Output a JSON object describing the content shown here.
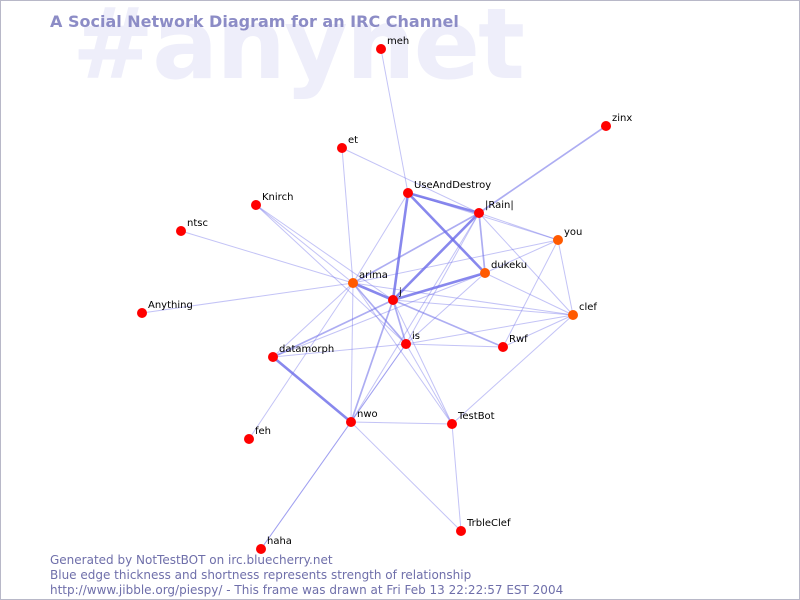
{
  "watermark": "#anynet",
  "title": "A Social Network Diagram for an IRC Channel",
  "footer": {
    "line1": "Generated by NotTestBOT on irc.bluecherry.net",
    "line2": "Blue edge thickness and shortness represents strength of relationship",
    "line3": "http://www.jibble.org/piespy/ - This frame was drawn at Fri Feb 13 22:22:57 EST 2004"
  },
  "colors": {
    "background": "#ffffff",
    "edge": "#6a6ae8",
    "node": "#ff0000",
    "node_highlight": "#ff5a00",
    "title": "#8c8cc6",
    "watermark": "#eeeefa",
    "footer": "#6f6faa"
  },
  "nodes": [
    {
      "id": "meh",
      "label": "meh"
    },
    {
      "id": "zinx",
      "label": "zinx"
    },
    {
      "id": "et",
      "label": "et"
    },
    {
      "id": "UseAndDestroy",
      "label": "UseAndDestroy"
    },
    {
      "id": "Knirch",
      "label": "Knirch"
    },
    {
      "id": "Rain",
      "label": "|Rain|"
    },
    {
      "id": "ntsc",
      "label": "ntsc"
    },
    {
      "id": "you",
      "label": "you",
      "highlight": true
    },
    {
      "id": "dukeku",
      "label": "dukeku",
      "highlight": true
    },
    {
      "id": "arima",
      "label": "arima",
      "highlight": true
    },
    {
      "id": "j",
      "label": "j"
    },
    {
      "id": "Anything",
      "label": "Anything"
    },
    {
      "id": "clef",
      "label": "clef",
      "highlight": true
    },
    {
      "id": "is",
      "label": "is"
    },
    {
      "id": "Rwf",
      "label": "Rwf"
    },
    {
      "id": "datamorph",
      "label": "datamorph"
    },
    {
      "id": "nwo",
      "label": "nwo"
    },
    {
      "id": "TestBot",
      "label": "TestBot"
    },
    {
      "id": "feh",
      "label": "feh"
    },
    {
      "id": "TrbleClef",
      "label": "TrbleClef"
    },
    {
      "id": "haha",
      "label": "haha"
    }
  ],
  "edges": [
    {
      "source": "meh",
      "target": "UseAndDestroy",
      "weight": 1
    },
    {
      "source": "zinx",
      "target": "Rain",
      "weight": 2
    },
    {
      "source": "et",
      "target": "arima",
      "weight": 1
    },
    {
      "source": "et",
      "target": "Rain",
      "weight": 1
    },
    {
      "source": "Knirch",
      "target": "arima",
      "weight": 1
    },
    {
      "source": "Knirch",
      "target": "j",
      "weight": 1
    },
    {
      "source": "Knirch",
      "target": "is",
      "weight": 1
    },
    {
      "source": "ntsc",
      "target": "arima",
      "weight": 1
    },
    {
      "source": "Anything",
      "target": "arima",
      "weight": 1
    },
    {
      "source": "UseAndDestroy",
      "target": "Rain",
      "weight": 3
    },
    {
      "source": "UseAndDestroy",
      "target": "j",
      "weight": 3
    },
    {
      "source": "UseAndDestroy",
      "target": "dukeku",
      "weight": 3
    },
    {
      "source": "UseAndDestroy",
      "target": "arima",
      "weight": 1
    },
    {
      "source": "UseAndDestroy",
      "target": "you",
      "weight": 1
    },
    {
      "source": "Rain",
      "target": "j",
      "weight": 3
    },
    {
      "source": "Rain",
      "target": "arima",
      "weight": 2
    },
    {
      "source": "Rain",
      "target": "dukeku",
      "weight": 2
    },
    {
      "source": "Rain",
      "target": "you",
      "weight": 1
    },
    {
      "source": "Rain",
      "target": "clef",
      "weight": 1
    },
    {
      "source": "Rain",
      "target": "is",
      "weight": 1
    },
    {
      "source": "Rain",
      "target": "nwo",
      "weight": 1
    },
    {
      "source": "you",
      "target": "dukeku",
      "weight": 1
    },
    {
      "source": "you",
      "target": "clef",
      "weight": 1
    },
    {
      "source": "you",
      "target": "Rwf",
      "weight": 1
    },
    {
      "source": "you",
      "target": "arima",
      "weight": 1
    },
    {
      "source": "dukeku",
      "target": "j",
      "weight": 3
    },
    {
      "source": "dukeku",
      "target": "clef",
      "weight": 1
    },
    {
      "source": "dukeku",
      "target": "is",
      "weight": 1
    },
    {
      "source": "dukeku",
      "target": "datamorph",
      "weight": 1
    },
    {
      "source": "arima",
      "target": "j",
      "weight": 3
    },
    {
      "source": "arima",
      "target": "is",
      "weight": 2
    },
    {
      "source": "arima",
      "target": "nwo",
      "weight": 1
    },
    {
      "source": "arima",
      "target": "clef",
      "weight": 1
    },
    {
      "source": "arima",
      "target": "datamorph",
      "weight": 1
    },
    {
      "source": "arima",
      "target": "TestBot",
      "weight": 1
    },
    {
      "source": "arima",
      "target": "feh",
      "weight": 1
    },
    {
      "source": "j",
      "target": "clef",
      "weight": 1
    },
    {
      "source": "j",
      "target": "Rwf",
      "weight": 2
    },
    {
      "source": "j",
      "target": "is",
      "weight": 2
    },
    {
      "source": "j",
      "target": "datamorph",
      "weight": 2
    },
    {
      "source": "j",
      "target": "nwo",
      "weight": 2
    },
    {
      "source": "j",
      "target": "TestBot",
      "weight": 1
    },
    {
      "source": "is",
      "target": "clef",
      "weight": 1
    },
    {
      "source": "is",
      "target": "Rwf",
      "weight": 1
    },
    {
      "source": "is",
      "target": "nwo",
      "weight": 1
    },
    {
      "source": "is",
      "target": "datamorph",
      "weight": 1
    },
    {
      "source": "is",
      "target": "TestBot",
      "weight": 1
    },
    {
      "source": "is",
      "target": "haha",
      "weight": 1
    },
    {
      "source": "datamorph",
      "target": "nwo",
      "weight": 3
    },
    {
      "source": "nwo",
      "target": "TestBot",
      "weight": 1
    },
    {
      "source": "nwo",
      "target": "TrbleClef",
      "weight": 1
    },
    {
      "source": "nwo",
      "target": "haha",
      "weight": 1
    },
    {
      "source": "TestBot",
      "target": "TrbleClef",
      "weight": 1
    },
    {
      "source": "TestBot",
      "target": "clef",
      "weight": 1
    },
    {
      "source": "clef",
      "target": "Rwf",
      "weight": 1
    }
  ]
}
